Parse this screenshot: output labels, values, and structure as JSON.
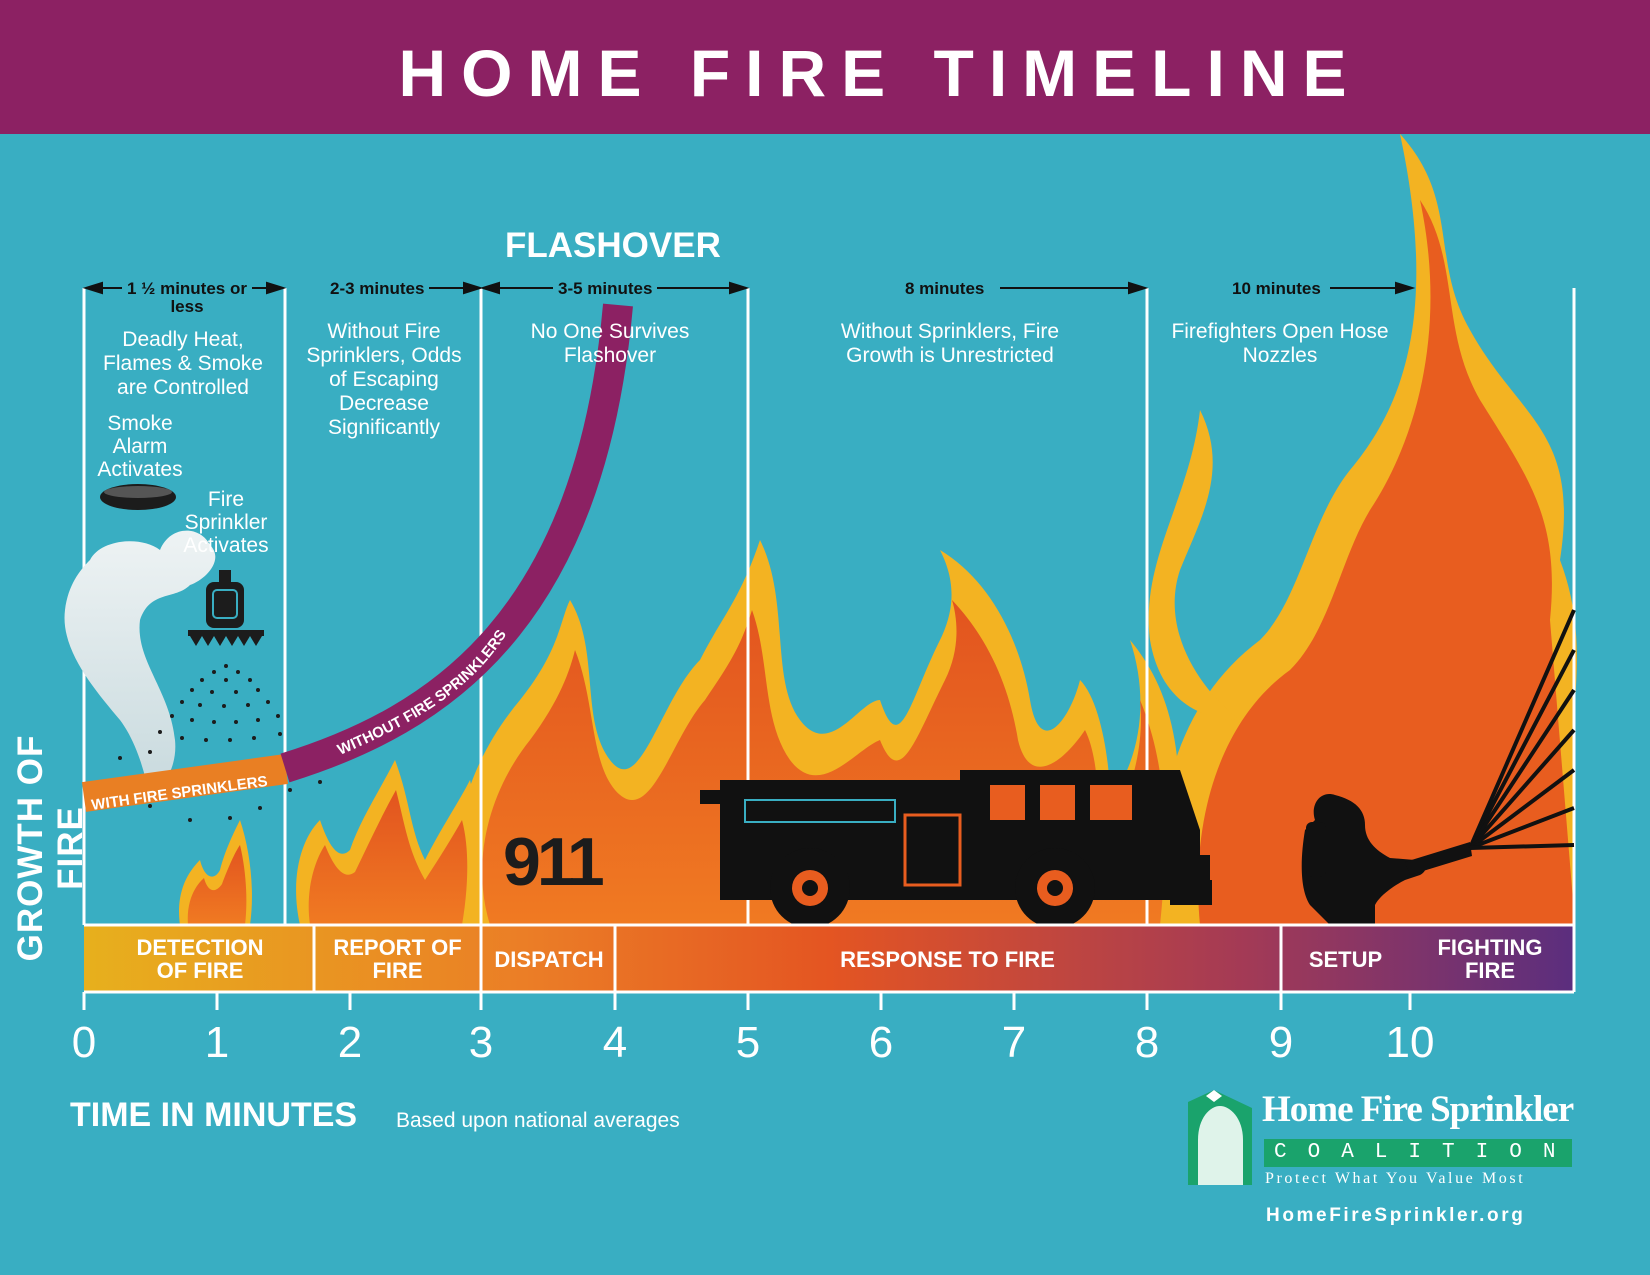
{
  "title": "HOME FIRE TIMELINE",
  "flashover": "FLASHOVER",
  "y_axis_label": "GROWTH OF FIRE",
  "x_axis_label": "TIME IN MINUTES",
  "x_axis_note": "Based upon national averages",
  "call_number": "911",
  "durations": [
    "1 ½ minutes or less",
    "2-3 minutes",
    "3-5 minutes",
    "8 minutes",
    "10 minutes"
  ],
  "notes": [
    "Deadly Heat, Flames & Smoke are Controlled",
    "Without Fire Sprinklers, Odds of Escaping Decrease Significantly",
    "No One Survives Flashover",
    "Without Sprinklers, Fire Growth is Unrestricted",
    "Firefighters Open Hose Nozzles"
  ],
  "smoke_alarm": "Smoke Alarm Activates",
  "sprinkler": "Fire Sprinkler Activates",
  "curves": {
    "with": "WITH FIRE SPRINKLERS",
    "without": "WITHOUT FIRE SPRINKLERS"
  },
  "phases": [
    "DETECTION OF FIRE",
    "REPORT OF FIRE",
    "DISPATCH",
    "RESPONSE TO FIRE",
    "SETUP",
    "FIGHTING FIRE"
  ],
  "ticks": [
    "0",
    "1",
    "2",
    "3",
    "4",
    "5",
    "6",
    "7",
    "8",
    "9",
    "10"
  ],
  "logo": {
    "name": "Home Fire Sprinkler",
    "coalition": "COALITION",
    "tagline": "Protect What You Value Most",
    "url": "HomeFireSprinkler.org"
  },
  "colors": {
    "header": "#8c2163",
    "background": "#39aec2",
    "flame": "#e85d1f",
    "flame_outline": "#f3b322"
  }
}
